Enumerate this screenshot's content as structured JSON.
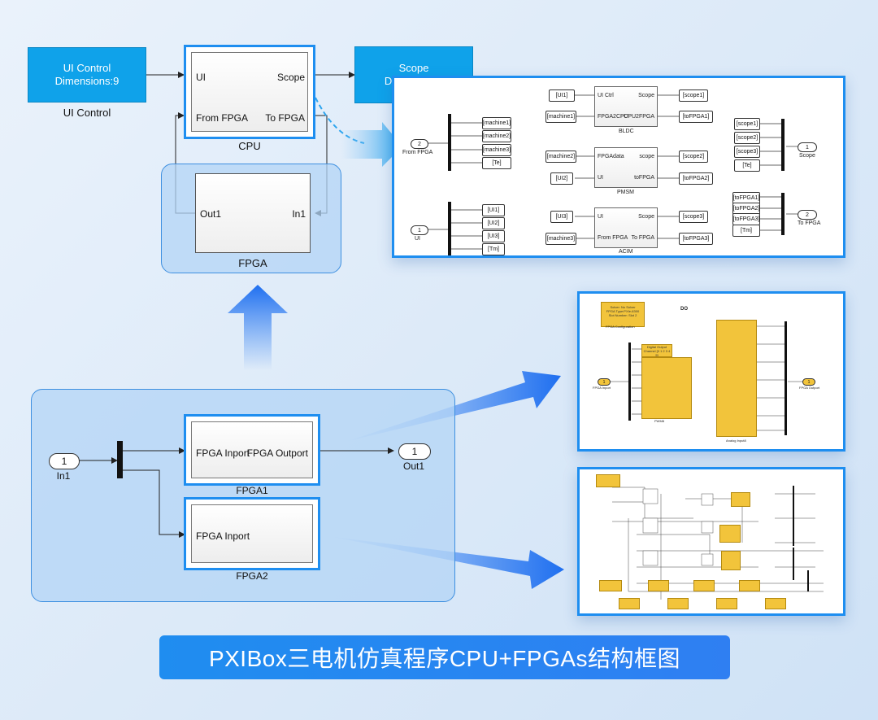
{
  "top": {
    "ui_control": {
      "line1": "UI Control",
      "line2": "Dimensions:9",
      "caption": "UI Control"
    },
    "scope": {
      "line1": "Scope",
      "line2": "Di"
    },
    "cpu": {
      "caption": "CPU",
      "port_ui": "UI",
      "port_scope": "Scope",
      "port_from": "From FPGA",
      "port_to": "To FPGA"
    },
    "fpga": {
      "caption": "FPGA",
      "port_out": "Out1",
      "port_in": "In1"
    }
  },
  "cpu_detail": {
    "in_from": {
      "num": "2",
      "label": "From FPGA"
    },
    "in_ui": {
      "num": "1",
      "label": "UI"
    },
    "from_tags_a": [
      "[machine1]",
      "[machine2]",
      "[machine3]",
      "[Te]"
    ],
    "from_tags_b": [
      "[UI1]",
      "[UI2]",
      "[UI3]",
      "[Tm]"
    ],
    "bldc": {
      "caption": "BLDC",
      "in1": "UI Ctrl",
      "in2": "FPGA2CPU",
      "out1": "Scope",
      "out2": "CPU2FPGA",
      "tag_in1": "[UI1]",
      "tag_in2": "[machine1]",
      "tag_out1": "[scope1]",
      "tag_out2": "[toFPGA1]"
    },
    "pmsm": {
      "caption": "PMSM",
      "in1": "FPGAdata",
      "in2": "UI",
      "out1": "scope",
      "out2": "toFPGA",
      "tag_in1": "[machine2]",
      "tag_in2": "[UI2]",
      "tag_out1": "[scope2]",
      "tag_out2": "[toFPGA2]"
    },
    "acim": {
      "caption": "ACIM",
      "in1": "UI",
      "in2": "From FPGA",
      "out1": "Scope",
      "out2": "To FPGA",
      "tag_in1": "[UI3]",
      "tag_in2": "[machine3]",
      "tag_out1": "[scope3]",
      "tag_out2": "[toFPGA3]"
    },
    "scope_tags": [
      "[scope1]",
      "[scope2]",
      "[scope3]",
      "[Te]"
    ],
    "out_scope": {
      "num": "1",
      "label": "Scope"
    },
    "tofpga_tags": [
      "[toFPGA1]",
      "[toFPGA2]",
      "[toFPGA3]",
      "[Tm]"
    ],
    "out_tofpga": {
      "num": "2",
      "label": "To FPGA"
    }
  },
  "fpga_detail": {
    "config_text": [
      "Solver: No Solver",
      "FPGA Type:PXIe-6300",
      "Slot Number: Slot 2"
    ],
    "config_caption": "FPGA Configuration",
    "do_label": "DO",
    "digital_output": "Digital Output Channel [0 1 2 3 4 5]",
    "pwm_caption": "PWM8",
    "in_port": {
      "num": "1",
      "label": "FPGA Inport"
    },
    "out_port": {
      "num": "1",
      "label": "FPGA Outport"
    },
    "analog_caption": "Analog Input8"
  },
  "bottom": {
    "in1": {
      "num": "1",
      "label": "In1"
    },
    "out1": {
      "num": "1",
      "label": "Out1"
    },
    "fpga1": {
      "caption": "FPGA1",
      "port_in": "FPGA Inport",
      "port_out": "FPGA Outport"
    },
    "fpga2": {
      "caption": "FPGA2",
      "port_in": "FPGA Inport"
    }
  },
  "banner": "PXIBox三电机仿真程序CPU+FPGAs结构框图",
  "colors": {
    "accent": "#1e8ef0",
    "block_blue": "#0fa2ea",
    "panel": "#b3d4f6",
    "fpga_yellow": "#f2c43b"
  }
}
